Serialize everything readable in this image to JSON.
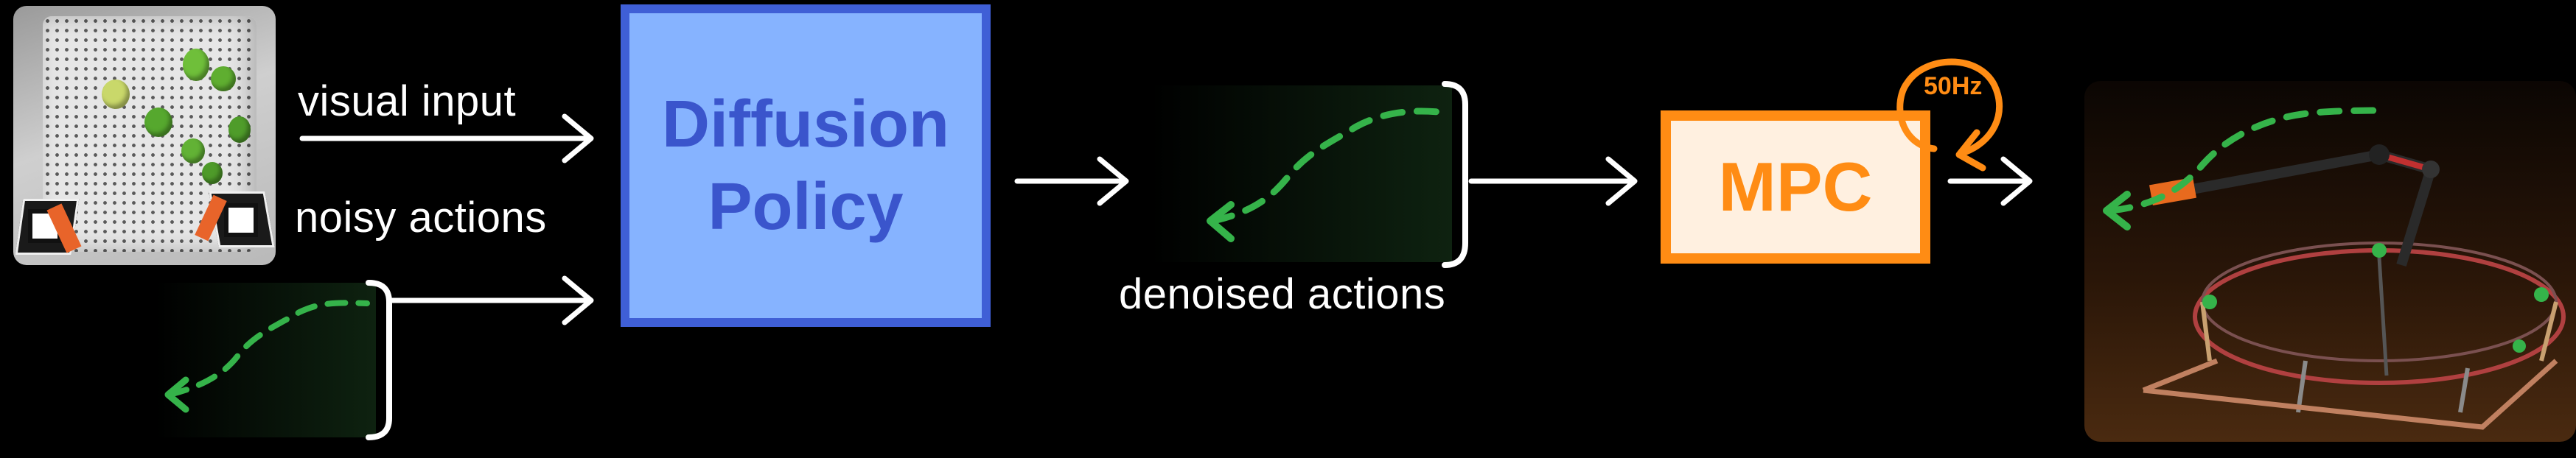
{
  "labels": {
    "visual_input": "visual input",
    "noisy_actions": "noisy actions",
    "denoised_actions": "denoised actions"
  },
  "blocks": {
    "diffusion_policy": [
      "Diffusion",
      "Policy"
    ],
    "mpc": "MPC",
    "rate": "50Hz"
  },
  "colors": {
    "background": "#000000",
    "diffusion_fill": "#86b3ff",
    "diffusion_border": "#3f5fd6",
    "mpc_fill": "#fff0e0",
    "mpc_accent": "#ff8c14",
    "trajectory": "#35b34a"
  },
  "icons": [
    "arrow-right-icon",
    "curly-bracket-icon",
    "loop-arrow-icon",
    "dashed-trajectory-icon"
  ],
  "images": {
    "camera_view": "pegboard with green limes and robot gripper",
    "robot_view": "aerial manipulator drone with arm"
  }
}
